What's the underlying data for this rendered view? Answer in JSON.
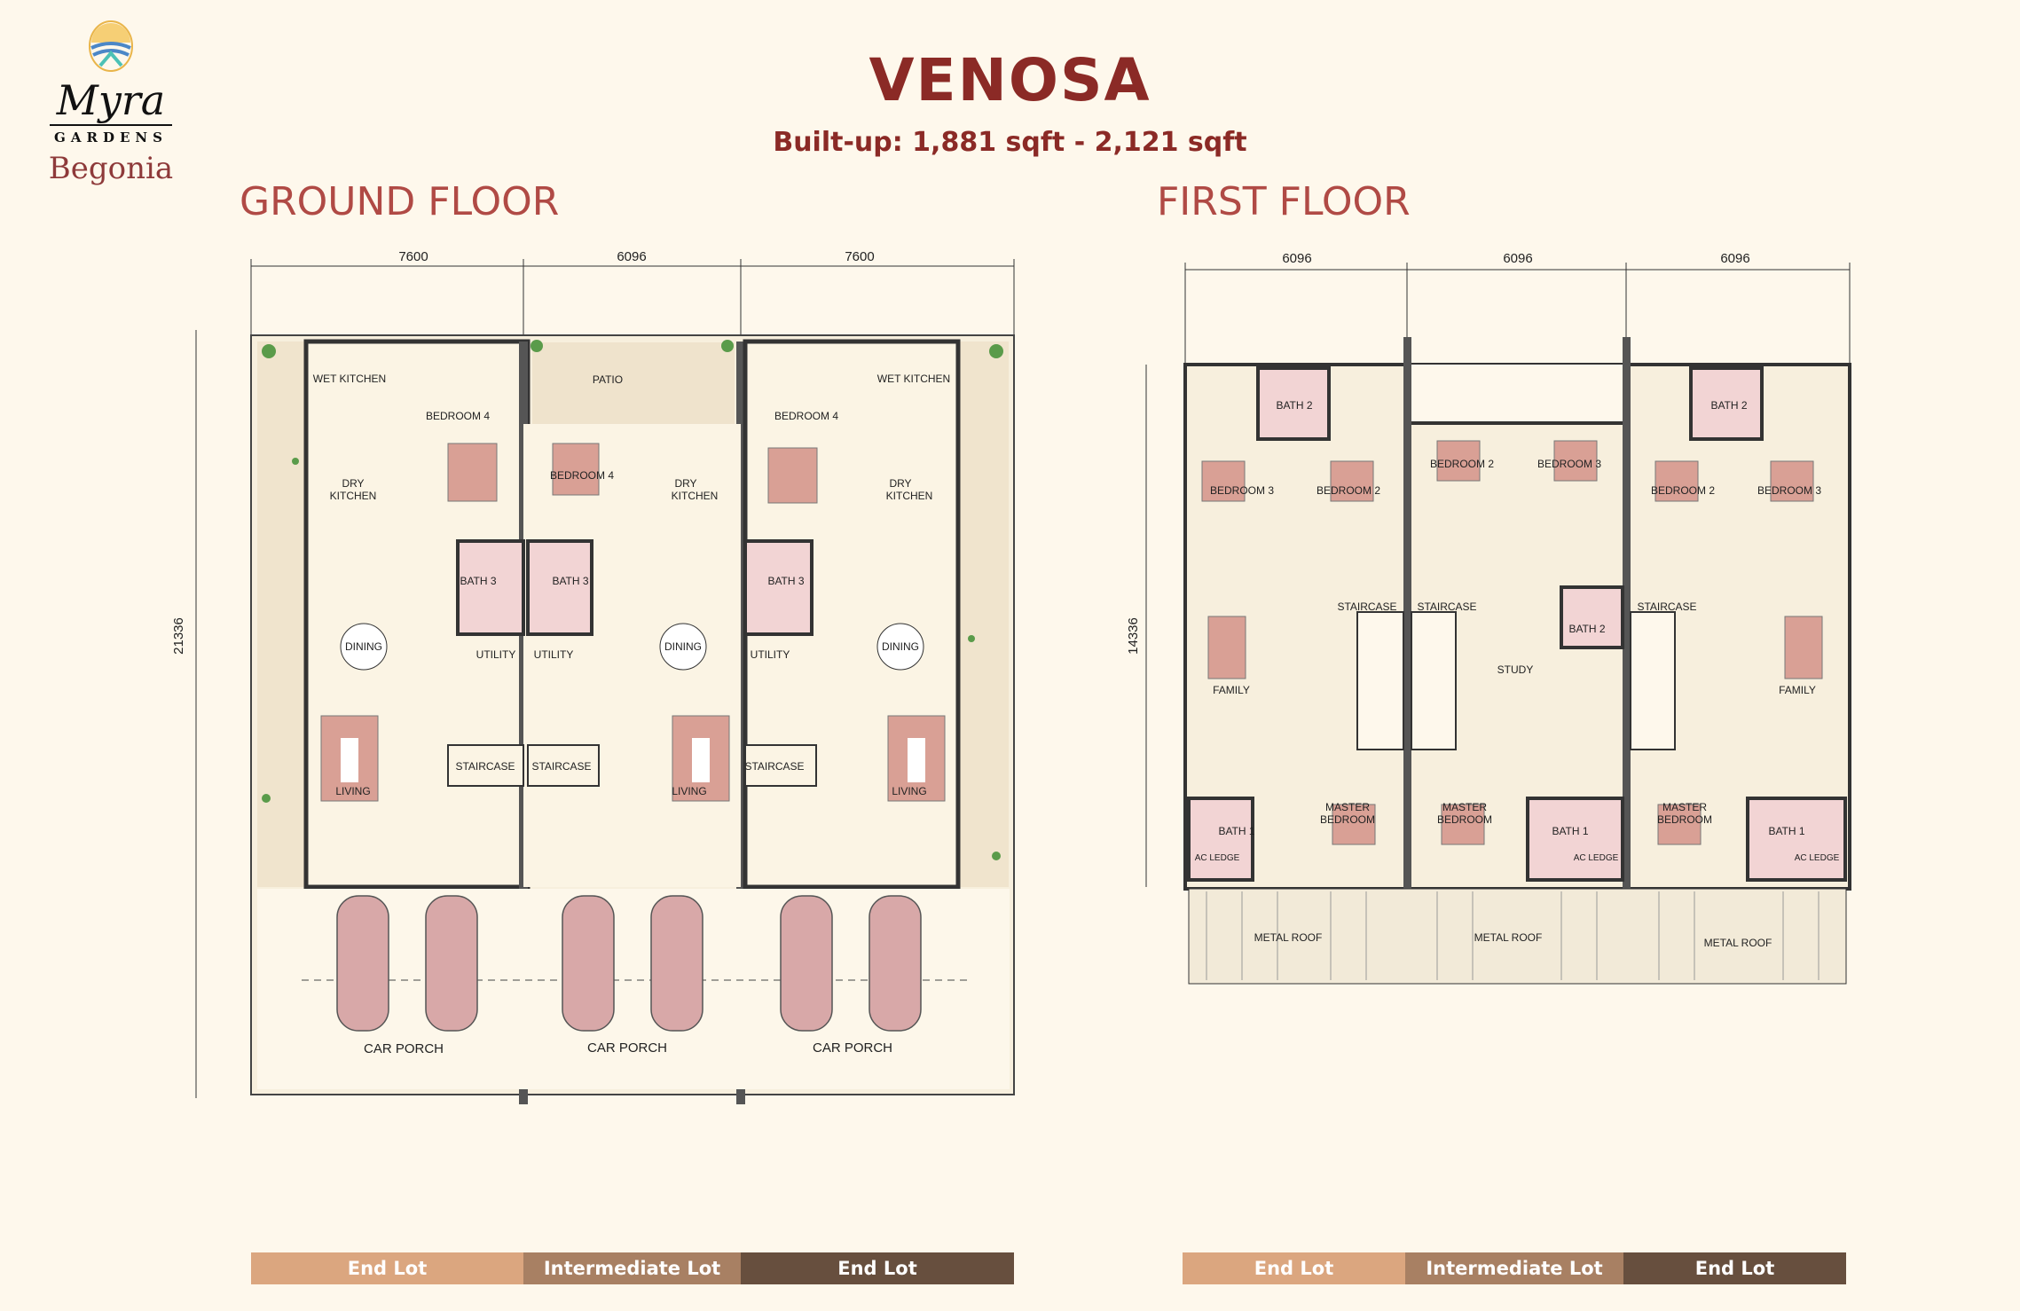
{
  "logo": {
    "brand": "Myra",
    "tagline": "GARDENS",
    "sub_brand": "Begonia"
  },
  "title": "VENOSA",
  "subtitle": "Built-up: 1,881 sqft - 2,121 sqft",
  "ground_floor": {
    "title": "GROUND FLOOR",
    "dims": [
      "7600",
      "6096",
      "7600",
      "21336"
    ],
    "labels": [
      "WET KITCHEN",
      "BEDROOM 4",
      "DRY",
      "KITCHEN",
      "BATH 3",
      "DINING",
      "UTILITY",
      "LIVING",
      "STAIRCASE",
      "PATIO",
      "BEDROOM 4",
      "DRY",
      "KITCHEN",
      "BATH 3",
      "UTILITY",
      "DINING",
      "STAIRCASE",
      "LIVING",
      "BEDROOM 4",
      "WET KITCHEN",
      "DRY",
      "KITCHEN",
      "BATH 3",
      "UTILITY",
      "DINING",
      "STAIRCASE",
      "LIVING",
      "CAR PORCH",
      "CAR PORCH",
      "CAR PORCH"
    ],
    "lots": [
      "End Lot",
      "Intermediate Lot",
      "End Lot"
    ]
  },
  "first_floor": {
    "title": "FIRST FLOOR",
    "dims": [
      "6096",
      "6096",
      "6096",
      "14336"
    ],
    "labels": [
      "BATH 2",
      "BEDROOM 3",
      "BEDROOM 2",
      "BEDROOM 2",
      "BEDROOM 3",
      "BATH 2",
      "BEDROOM 2",
      "BEDROOM 3",
      "STAIRCASE",
      "STAIRCASE",
      "STAIRCASE",
      "BATH 2",
      "STUDY",
      "FAMILY",
      "FAMILY",
      "MASTER",
      "BEDROOM",
      "MASTER",
      "BEDROOM",
      "MASTER",
      "BEDROOM",
      "BATH 1",
      "BATH 1",
      "BATH 1",
      "AC LEDGE",
      "AC LEDGE",
      "AC LEDGE",
      "METAL ROOF",
      "METAL ROOF",
      "METAL ROOF"
    ],
    "lots": [
      "End Lot",
      "Intermediate Lot",
      "End Lot"
    ]
  },
  "colors": {
    "title": "#8b2a26",
    "lot_end_light": "#dba67f",
    "lot_intermediate": "#a88063",
    "lot_end_dark": "#674f3e",
    "bed": "#d9a095",
    "bath": "#f2d4d4"
  }
}
